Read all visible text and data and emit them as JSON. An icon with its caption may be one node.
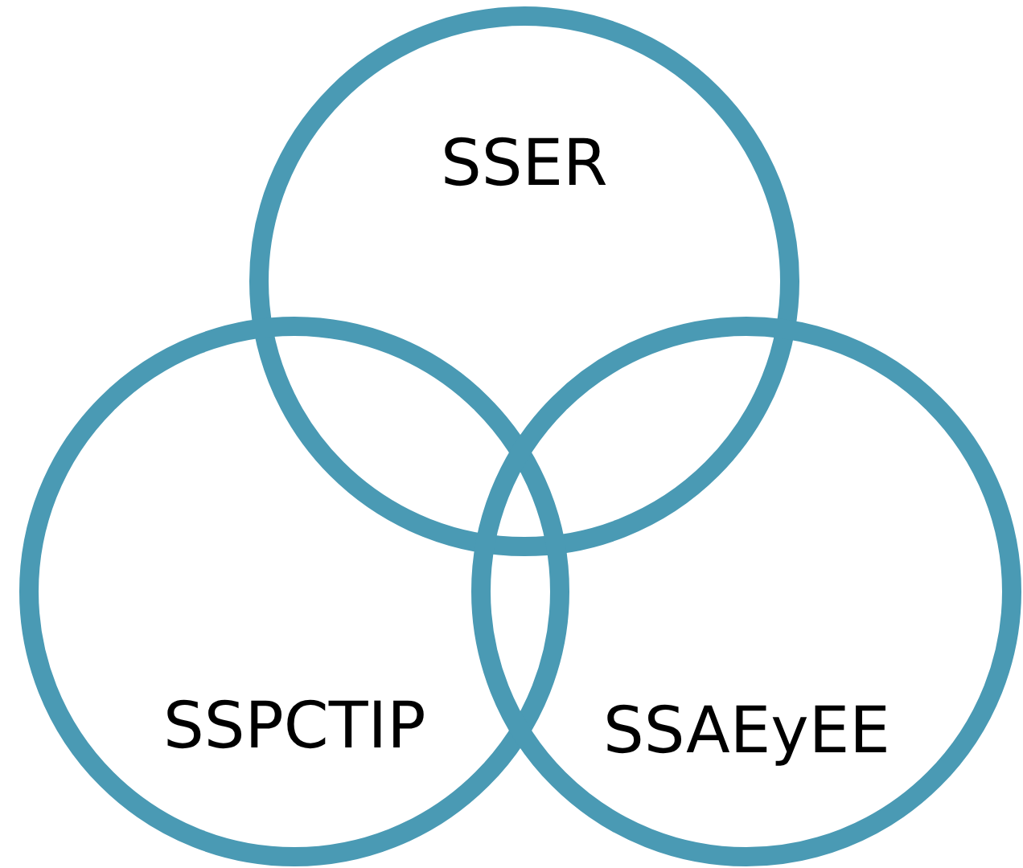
{
  "diagram": {
    "nodes": [
      {
        "text": [
          "SSER"
        ]
      },
      {
        "text": [
          "SSPCTIP"
        ]
      },
      {
        "text": [
          "SSAEyEE"
        ]
      }
    ]
  }
}
